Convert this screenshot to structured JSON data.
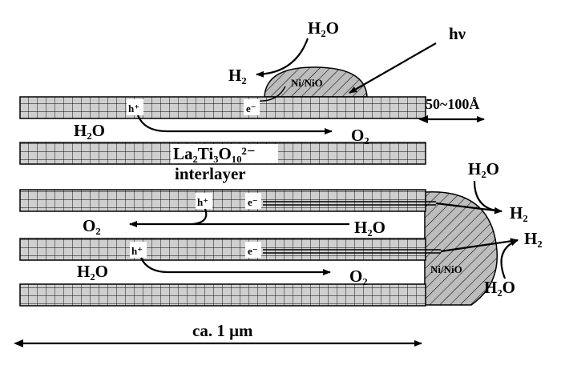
{
  "labels": {
    "hv": "hν",
    "h2o_top": "H₂O",
    "h2_top": "H₂",
    "nio_top": "Ni/NiO",
    "thickness": "50~100Å",
    "hole1": "h⁺",
    "electron1": "e⁻",
    "h2o_row1": "H₂O",
    "o2_row1": "O₂",
    "layer_formula": "La₂Ti₃O₁₀²⁻",
    "interlayer": "interlayer",
    "h2o_right1": "H₂O",
    "h2_right1": "H₂",
    "hole2": "h⁺",
    "electron2": "e⁻",
    "o2_row2": "O₂",
    "h2o_row2": "H₂O",
    "h2_right2": "H₂",
    "hole3": "h⁺",
    "electron3": "e⁻",
    "nio_right": "Ni/NiO",
    "h2o_row3": "H₂O",
    "o2_row3": "O₂",
    "h2o_right2": "H₂O",
    "width": "ca. 1 μm"
  }
}
